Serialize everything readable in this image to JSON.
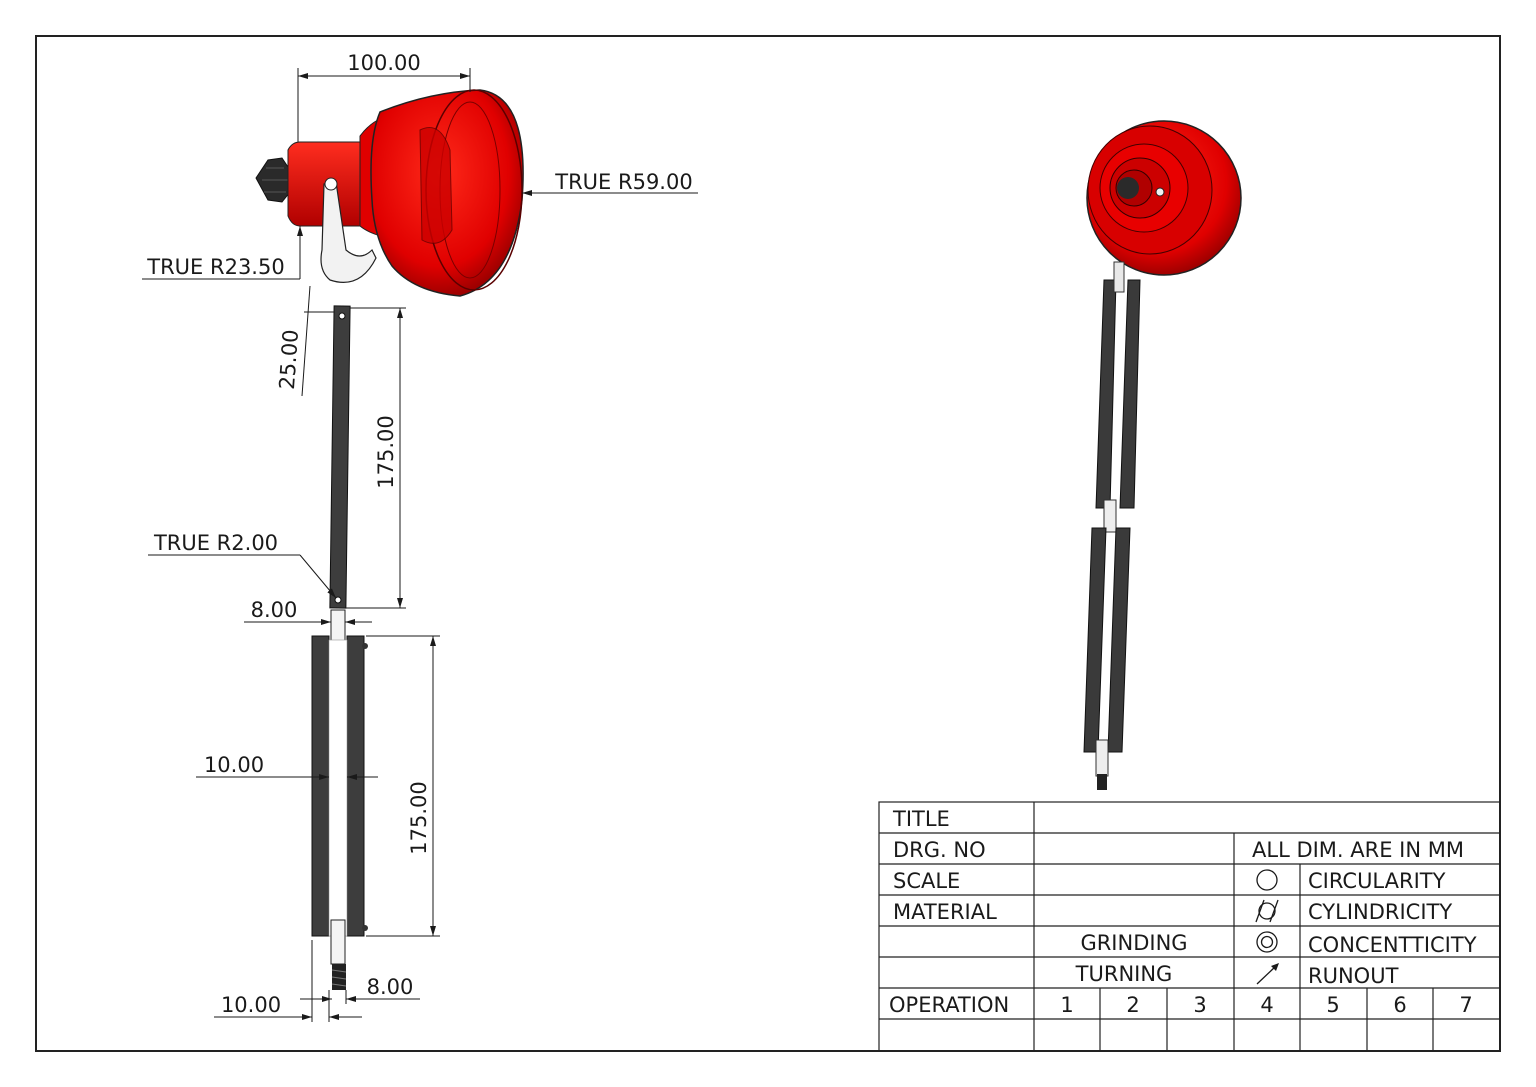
{
  "dimensions": {
    "width_top": "100.00",
    "radius_reflector": "TRUE R59.00",
    "radius_clamp": "TRUE R23.50",
    "clamp_offset": "25.00",
    "arm_upper_length": "175.00",
    "radius_pin": "TRUE R2.00",
    "joint_width": "8.00",
    "arm_lower_spacing": "10.00",
    "arm_lower_length": "175.00",
    "base_width": "10.00",
    "base_shaft": "8.00"
  },
  "title_block": {
    "rows": [
      "TITLE",
      "DRG. NO",
      "SCALE",
      "MATERIAL",
      "",
      "",
      "OPERATION",
      ""
    ],
    "processes": [
      "GRINDING",
      "TURNING"
    ],
    "units_note": "ALL DIM. ARE IN MM",
    "symbols": [
      {
        "icon": "circularity-icon",
        "label": "CIRCULARITY"
      },
      {
        "icon": "cylindricity-icon",
        "label": "CYLINDRICITY"
      },
      {
        "icon": "concentricity-icon",
        "label": "CONCENTTICITY"
      },
      {
        "icon": "runout-icon",
        "label": "RUNOUT"
      }
    ],
    "operation_numbers": [
      "1",
      "2",
      "3",
      "4",
      "5",
      "6",
      "7"
    ]
  },
  "colors": {
    "lamp_red": "#e60000",
    "arm_dark": "#3d3d3d",
    "frame": "#222222"
  }
}
